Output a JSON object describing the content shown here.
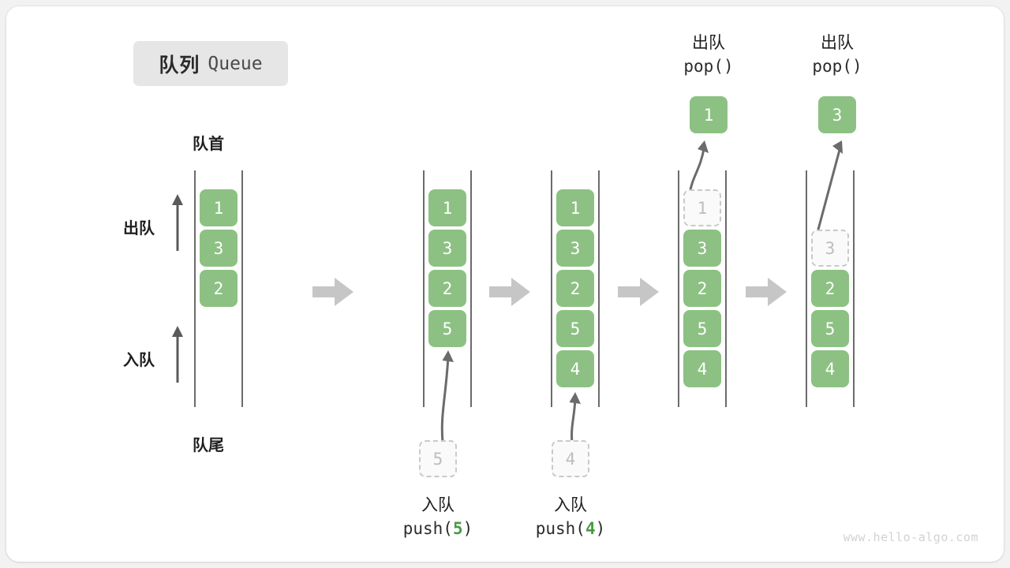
{
  "title": {
    "cn": "队列",
    "en": "Queue"
  },
  "labels": {
    "front": "队首",
    "rear": "队尾",
    "dequeue_dir": "出队",
    "enqueue_dir": "入队"
  },
  "colors": {
    "cell_fill": "#8cc183",
    "cell_text": "#ffffff",
    "ghost_border": "#c9c9c9",
    "ghost_text": "#bdbdbd",
    "rail": "#6b6b6b",
    "step_arrow": "#c6c6c6",
    "arg_accent": "#4a9a45",
    "badge_bg": "#e6e6e6",
    "card_bg": "#ffffff",
    "page_bg": "#f2f2f2"
  },
  "steps": [
    {
      "id": "state-initial",
      "cells": [
        "1",
        "3",
        "2"
      ],
      "ghost_index": -1,
      "caption": null,
      "incoming": null,
      "popped": null
    },
    {
      "id": "state-after-push-5",
      "cells": [
        "1",
        "3",
        "2",
        "5"
      ],
      "ghost_index": -1,
      "caption": {
        "cn": "入队",
        "fn": "push(",
        "arg": "5",
        "close": ")"
      },
      "incoming": "5",
      "popped": null
    },
    {
      "id": "state-after-push-4",
      "cells": [
        "1",
        "3",
        "2",
        "5",
        "4"
      ],
      "ghost_index": -1,
      "caption": {
        "cn": "入队",
        "fn": "push(",
        "arg": "4",
        "close": ")"
      },
      "incoming": "4",
      "popped": null
    },
    {
      "id": "state-pop-1",
      "cells": [
        "1",
        "3",
        "2",
        "5",
        "4"
      ],
      "ghost_index": 0,
      "caption": null,
      "incoming": null,
      "popped": {
        "cn": "出队",
        "fn": "pop()",
        "value": "1"
      }
    },
    {
      "id": "state-pop-3",
      "cells": [
        "3",
        "2",
        "5",
        "4"
      ],
      "ghost_index": 0,
      "caption": null,
      "incoming": null,
      "popped": {
        "cn": "出队",
        "fn": "pop()",
        "value": "3"
      }
    }
  ],
  "watermark": "www.hello-algo.com"
}
